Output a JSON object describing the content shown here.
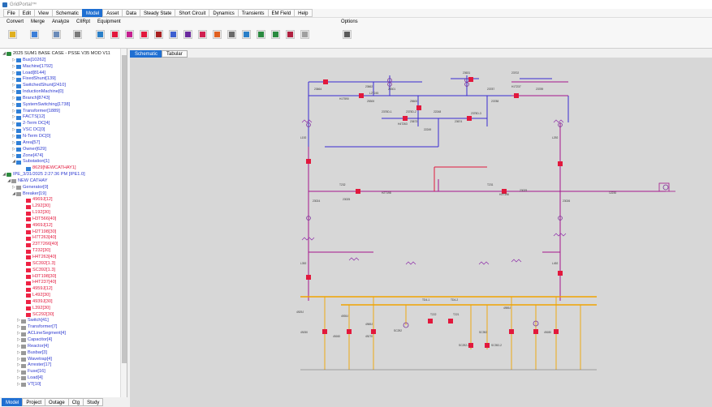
{
  "app": {
    "title": "GridPortal™"
  },
  "menu": [
    "File",
    "Edit",
    "View",
    "Schematic",
    "Model",
    "Asset",
    "Data",
    "Steady State",
    "Short Circuit",
    "Dynamics",
    "Transients",
    "EM Field",
    "Help"
  ],
  "menu_active": "Model",
  "ribbon": {
    "groups": [
      "Convert",
      "Merge",
      "Analyze",
      "CIIRpt",
      "Equipment"
    ],
    "options": "Options"
  },
  "tree": {
    "root": "2025 SUM1 BASE CASE - PSSE V35 MOD V11",
    "categories": [
      "Bus[10262]",
      "Machine[1792]",
      "Load[8144]",
      "FixedShunt[139]",
      "SwitchedShunt[2410]",
      "InductionMachine[0]",
      "Branch[8743]",
      "SystemSwitching[1738]",
      "Transformer[1889]",
      "FACTS[12]",
      "2-Term DC[4]",
      "VSC DC[0]",
      "N-Term DC[0]",
      "Area[57]",
      "Owner[629]",
      "Zone[474]",
      "Substation[1]"
    ],
    "substation_child": "8629[NEWCATHAY1]",
    "ipe": "IPE_3/31/2025 2:27:36 PM [IPE1.0]",
    "station": "NEW CATHAY",
    "generator": "Generator[0]",
    "breaker": "Breaker[19]",
    "breakers": [
      "4969J[12]",
      "L292[30]",
      "L192[30]",
      "H3T566[40]",
      "4969J[12]",
      "H2T198[30]",
      "H7T263[40]",
      "23T7266[40]",
      "T232[30]",
      "H4T263[40]",
      "SC392[1.3]",
      "SC392[1.3]",
      "H3T198[30]",
      "H4T237[40]",
      "4959J[12]",
      "L492[30]",
      "4939J[30]",
      "L392[30]",
      "SC292[30]"
    ],
    "others": [
      "Switch[41]",
      "Transformer[7]",
      "ACLineSegment[4]",
      "Capacitor[4]",
      "Reactor[4]",
      "Busbar[3]",
      "Wavetrap[4]",
      "Arrester[17]",
      "Fuse[16]",
      "Load[4]",
      "VT[10]"
    ]
  },
  "bottom_tabs": [
    "Model",
    "Project",
    "Outage",
    "Ctg",
    "Study"
  ],
  "bottom_active": "Model",
  "doc_tabs": [
    "Schematic",
    "Tabular"
  ],
  "doc_active": "Schematic",
  "schematic": {
    "labels": [
      "23664",
      "23662",
      "25300",
      "25600",
      "25301",
      "23631",
      "23787",
      "23788",
      "23702",
      "23789",
      "H1T590",
      "L2T245",
      "H4T263",
      "H1T237",
      "2375D-1",
      "2375D-2",
      "22248",
      "22249",
      "23673",
      "23674",
      "2375D-3",
      "L192",
      "L292",
      "L392",
      "L492",
      "T232",
      "T231",
      "H2T198",
      "H3T198",
      "23024",
      "23026",
      "23025",
      "23029",
      "SC292",
      "SC392",
      "TD4-1",
      "TD4-2",
      "T222",
      "T221",
      "4929J",
      "4939J",
      "4969J",
      "4959J",
      "49J50",
      "49J60",
      "49J70",
      "49J80",
      "SC292-1",
      "SC392-2",
      "12230"
    ]
  }
}
